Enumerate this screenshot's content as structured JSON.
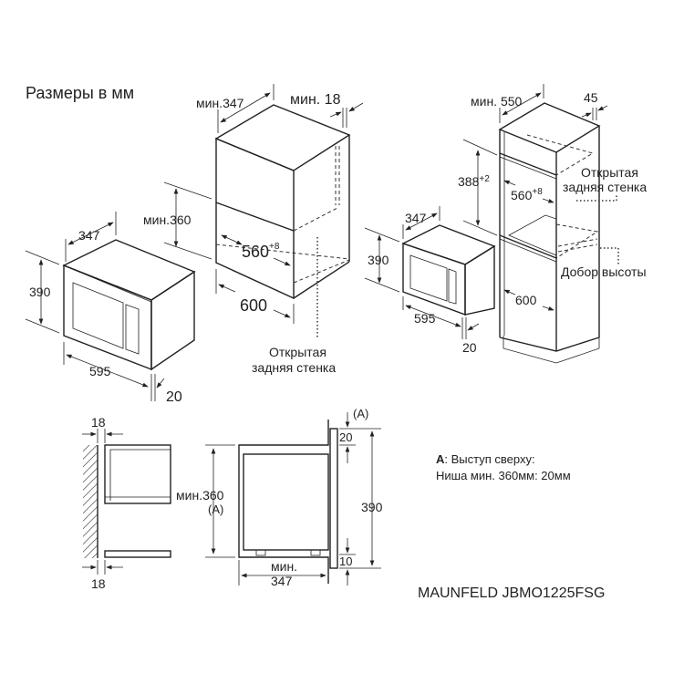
{
  "title": "Размеры в мм",
  "left_microwave": {
    "depth": "347",
    "height": "390",
    "width": "595",
    "frame": "20"
  },
  "upper_cabinet": {
    "depth": "мин.347",
    "side": "мин. 18",
    "niche_height": "мин.360",
    "niche_width": "560",
    "niche_width_tol": "+8",
    "width": "600",
    "note_line1": "Открытая",
    "note_line2": "задняя стенка"
  },
  "right_microwave": {
    "depth": "347",
    "height": "390",
    "width": "595",
    "frame": "20"
  },
  "tall_cabinet": {
    "depth": "мин. 550",
    "side": "45",
    "niche_height": "388",
    "niche_height_tol": "+2",
    "niche_width": "560",
    "niche_width_tol": "+8",
    "width": "600",
    "note_line1": "Открытая",
    "note_line2": "задняя стенка",
    "note2": "Добор высоты"
  },
  "side_view_left": {
    "top": "18",
    "bottom": "18"
  },
  "side_view_right": {
    "top_label": "(A)",
    "top_gap": "20",
    "niche": "мин.360",
    "niche_ref": "(A)",
    "height": "390",
    "bottom_gap": "10",
    "depth_label": "мин.",
    "depth": "347"
  },
  "legend": {
    "key": "A",
    "line1": ": Выступ сверху:",
    "line2": "Ниша мин. 360мм: 20мм"
  },
  "model": "MAUNFELD JBMO1225FSG"
}
